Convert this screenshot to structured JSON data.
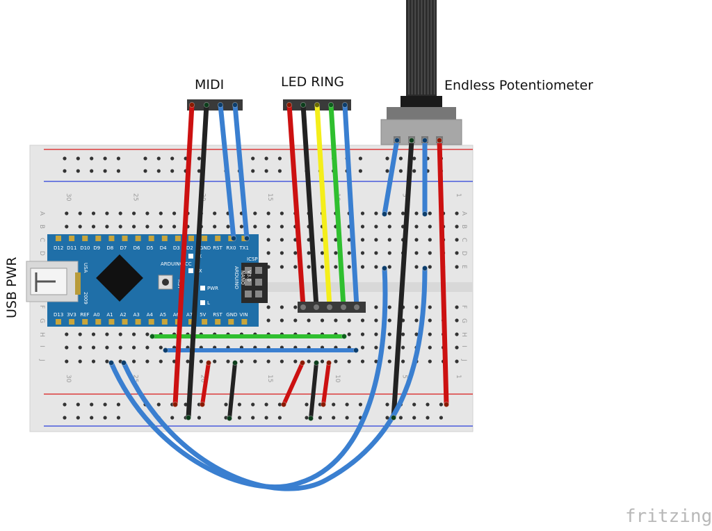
{
  "labels": {
    "midi": "MIDI",
    "led_ring": "LED RING",
    "potentiometer": "Endless Potentiometer",
    "usb_pwr": "USB PWR",
    "brand": "fritzing"
  },
  "breadboard": {
    "row_letters_top": [
      "A",
      "B",
      "C",
      "D",
      "E"
    ],
    "row_letters_bottom": [
      "F",
      "G",
      "H",
      "I",
      "J"
    ],
    "column_numbers": [
      "30",
      "25",
      "20",
      "15",
      "10",
      "5",
      "1"
    ]
  },
  "arduino": {
    "top_pins": [
      "D12",
      "D11",
      "D10",
      "D9",
      "D8",
      "D7",
      "D6",
      "D5",
      "D4",
      "D3",
      "D2",
      "GND",
      "RST",
      "RX0",
      "TX1"
    ],
    "bottom_pins": [
      "D13",
      "3V3",
      "REF",
      "A0",
      "A1",
      "A2",
      "A3",
      "A4",
      "A5",
      "A6",
      "A7",
      "5V",
      "RST",
      "GND",
      "VIN"
    ],
    "board_text": [
      "ARDUINO",
      "NANO",
      "V3.0"
    ],
    "led_labels": [
      "TX",
      "RX",
      "PWR",
      "L"
    ],
    "brand_text": "ARDUINO.CC",
    "icsp_label": "ICSP",
    "usa_label": "USA",
    "year_label": "2009",
    "rst_label": "RST"
  },
  "colors": {
    "red_wire": "#cc1111",
    "black_wire": "#222222",
    "blue_wire": "#3a7fd0",
    "yellow_wire": "#f4ee1a",
    "green_wire": "#2fbf2f",
    "board_blue": "#1f6fa8",
    "breadboard": "#e6e6e6",
    "rail_red": "#d91a1a",
    "rail_blue": "#2a3fd9"
  }
}
